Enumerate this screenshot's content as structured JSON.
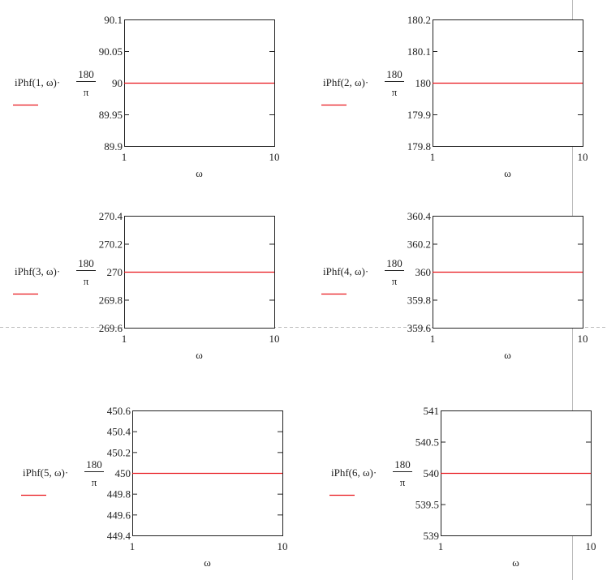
{
  "chart_data": [
    {
      "type": "line",
      "function": "iPhf",
      "index": "1",
      "var": "ω",
      "numerator": "180",
      "denominator": "π",
      "xlabel": "ω",
      "xlim": [
        1,
        10
      ],
      "xticks": [
        "1",
        "10"
      ],
      "ylim": [
        89.9,
        90.1
      ],
      "yticks": [
        "90.1",
        "90.05",
        "90",
        "89.95",
        "89.9"
      ],
      "series": [
        {
          "name": "iPhf(1,ω)·180/π",
          "x": [
            1,
            10
          ],
          "y": [
            90,
            90
          ],
          "color": "#e8141b"
        }
      ]
    },
    {
      "type": "line",
      "function": "iPhf",
      "index": "2",
      "var": "ω",
      "numerator": "180",
      "denominator": "π",
      "xlabel": "ω",
      "xlim": [
        1,
        10
      ],
      "xticks": [
        "1",
        "10"
      ],
      "ylim": [
        179.8,
        180.2
      ],
      "yticks": [
        "180.2",
        "180.1",
        "180",
        "179.9",
        "179.8"
      ],
      "series": [
        {
          "name": "iPhf(2,ω)·180/π",
          "x": [
            1,
            10
          ],
          "y": [
            180,
            180
          ],
          "color": "#e8141b"
        }
      ]
    },
    {
      "type": "line",
      "function": "iPhf",
      "index": "3",
      "var": "ω",
      "numerator": "180",
      "denominator": "π",
      "xlabel": "ω",
      "xlim": [
        1,
        10
      ],
      "xticks": [
        "1",
        "10"
      ],
      "ylim": [
        269.6,
        270.4
      ],
      "yticks": [
        "270.4",
        "270.2",
        "270",
        "269.8",
        "269.6"
      ],
      "series": [
        {
          "name": "iPhf(3,ω)·180/π",
          "x": [
            1,
            10
          ],
          "y": [
            270,
            270
          ],
          "color": "#e8141b"
        }
      ]
    },
    {
      "type": "line",
      "function": "iPhf",
      "index": "4",
      "var": "ω",
      "numerator": "180",
      "denominator": "π",
      "xlabel": "ω",
      "xlim": [
        1,
        10
      ],
      "xticks": [
        "1",
        "10"
      ],
      "ylim": [
        359.6,
        360.4
      ],
      "yticks": [
        "360.4",
        "360.2",
        "360",
        "359.8",
        "359.6"
      ],
      "series": [
        {
          "name": "iPhf(4,ω)·180/π",
          "x": [
            1,
            10
          ],
          "y": [
            360,
            360
          ],
          "color": "#e8141b"
        }
      ]
    },
    {
      "type": "line",
      "function": "iPhf",
      "index": "5",
      "var": "ω",
      "numerator": "180",
      "denominator": "π",
      "xlabel": "ω",
      "xlim": [
        1,
        10
      ],
      "xticks": [
        "1",
        "10"
      ],
      "ylim": [
        449.4,
        450.6
      ],
      "yticks": [
        "450.6",
        "450.4",
        "450.2",
        "450",
        "449.8",
        "449.6",
        "449.4"
      ],
      "series": [
        {
          "name": "iPhf(5,ω)·180/π",
          "x": [
            1,
            10
          ],
          "y": [
            450,
            450
          ],
          "color": "#e8141b"
        }
      ]
    },
    {
      "type": "line",
      "function": "iPhf",
      "index": "6",
      "var": "ω",
      "numerator": "180",
      "denominator": "π",
      "xlabel": "ω",
      "xlim": [
        1,
        10
      ],
      "xticks": [
        "1",
        "10"
      ],
      "ylim": [
        539,
        541
      ],
      "yticks": [
        "541",
        "540.5",
        "540",
        "539.5",
        "539"
      ],
      "series": [
        {
          "name": "iPhf(6,ω)·180/π",
          "x": [
            1,
            10
          ],
          "y": [
            540,
            540
          ],
          "color": "#e8141b"
        }
      ]
    }
  ]
}
